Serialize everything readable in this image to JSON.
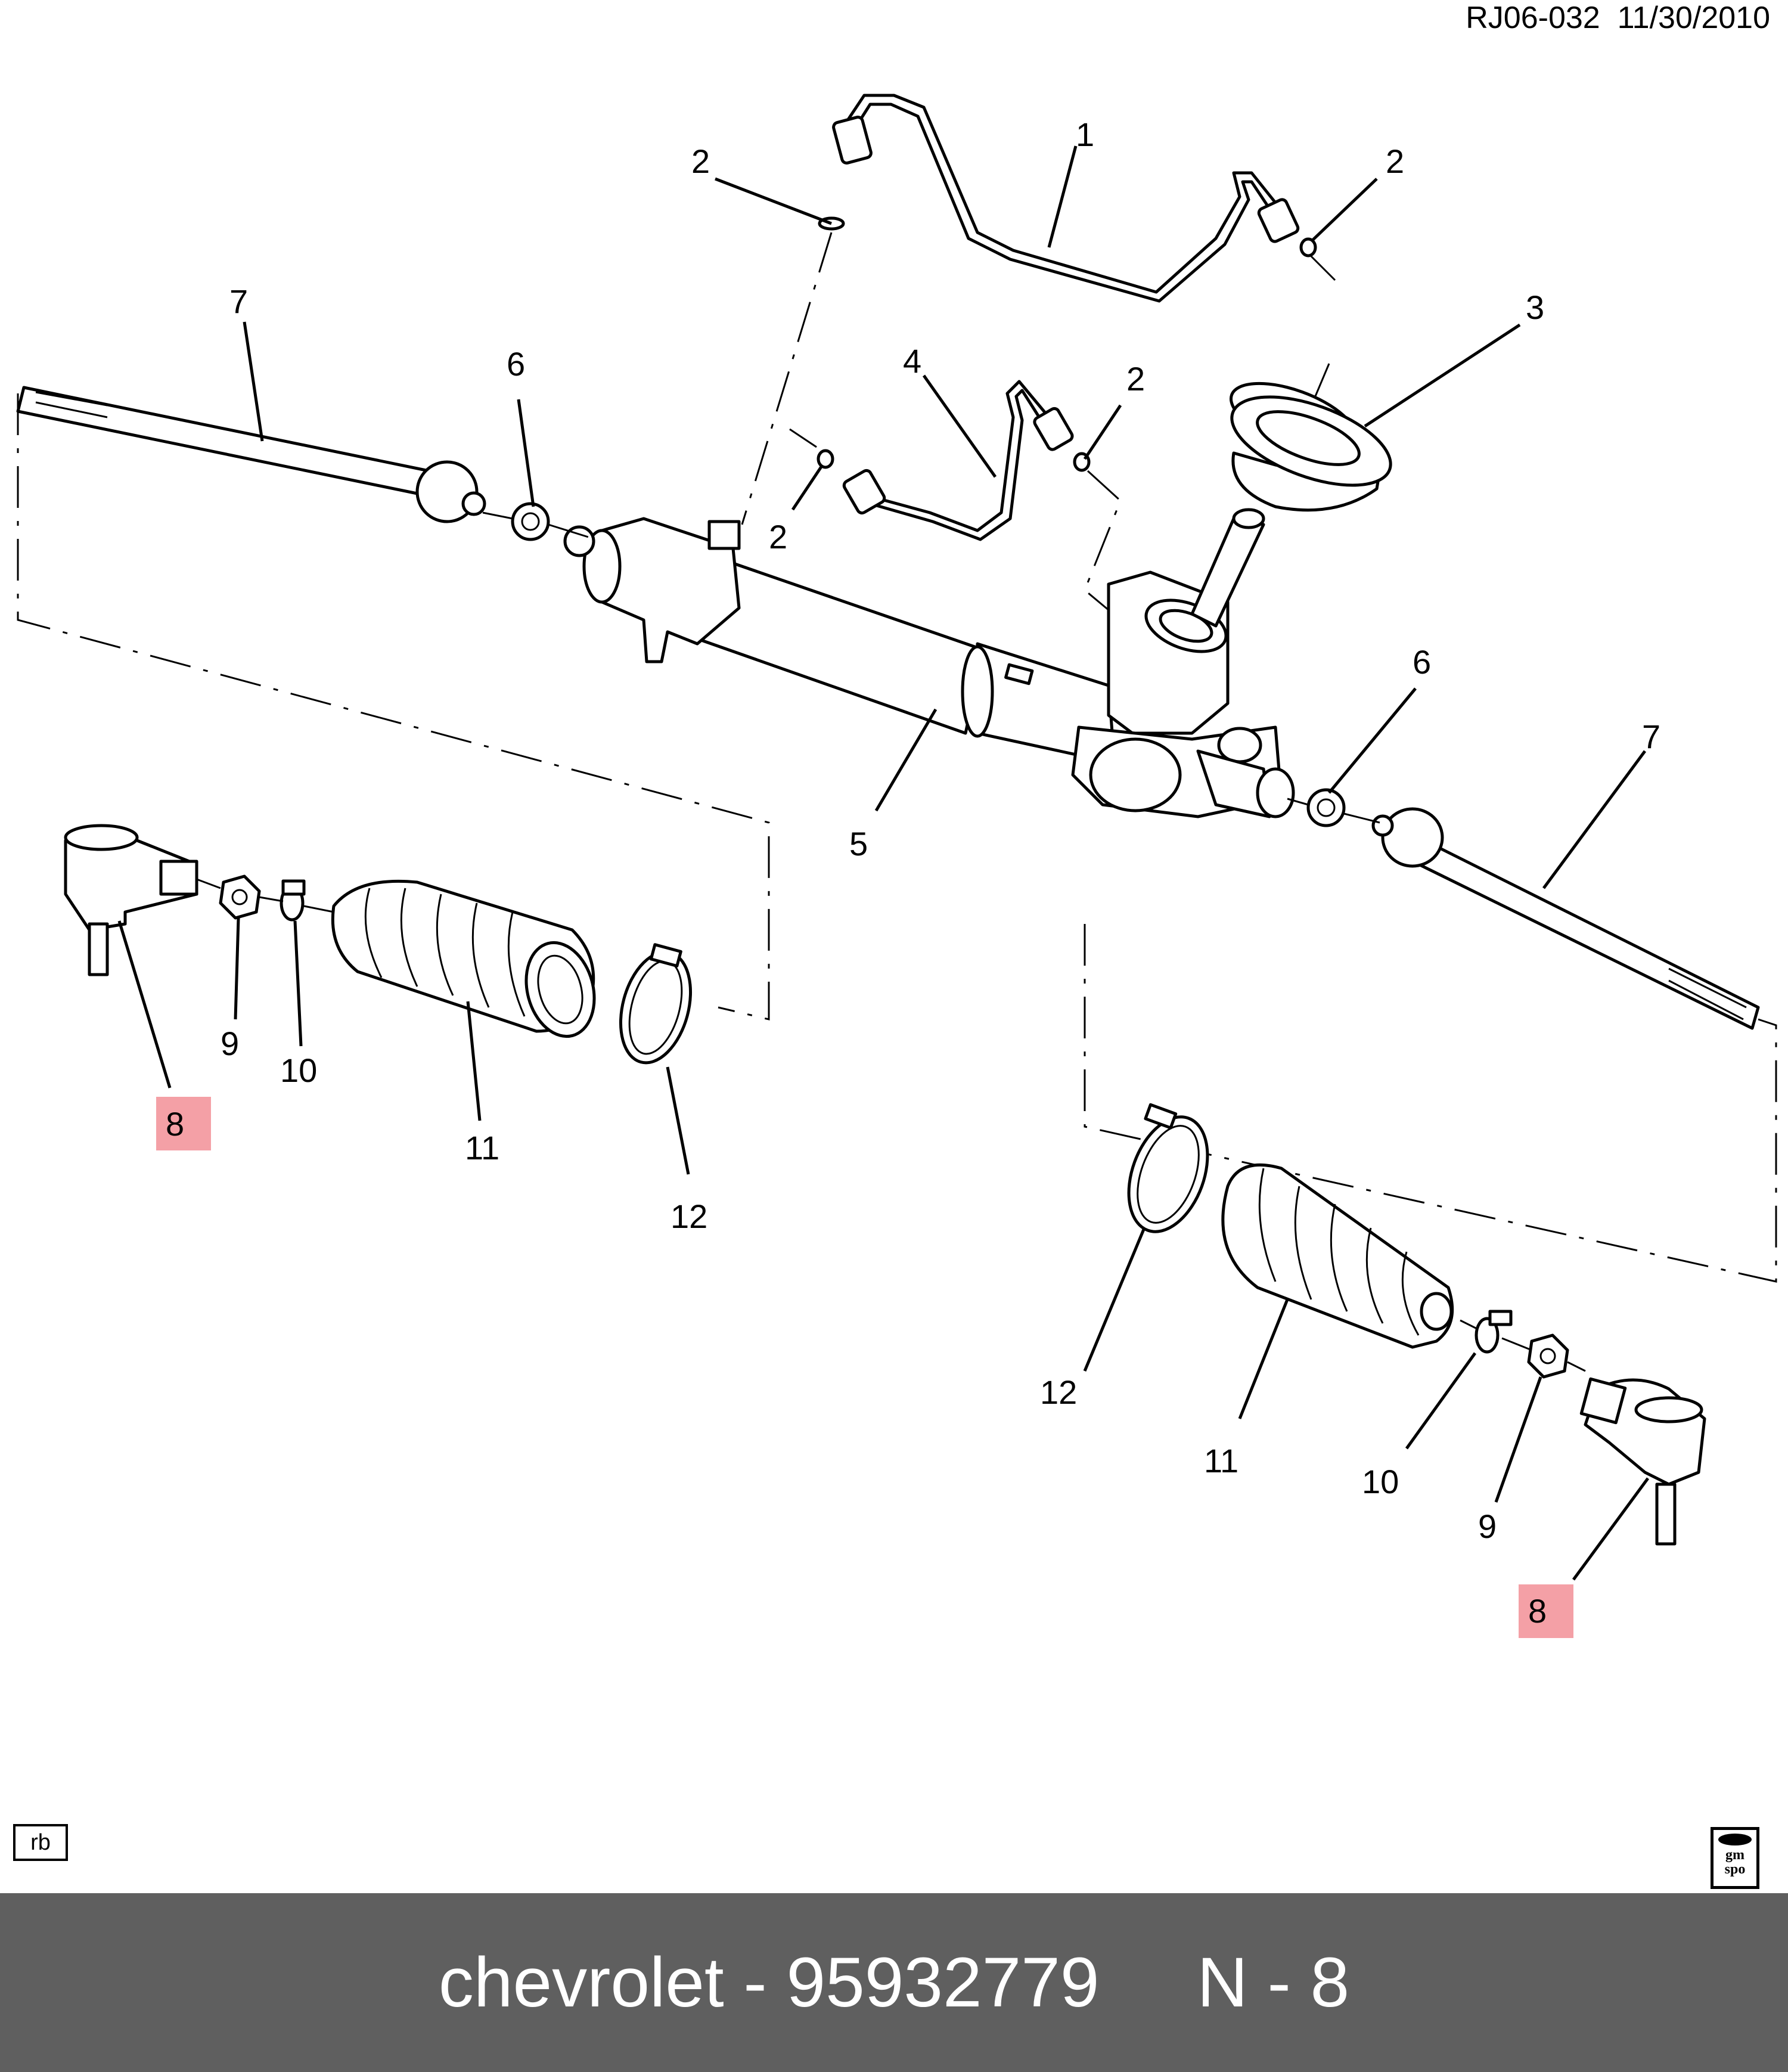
{
  "reference": "RJ06-032  11/30/2010",
  "callouts": {
    "c1": "1",
    "c2a": "2",
    "c2b": "2",
    "c2c": "2",
    "c2d": "2",
    "c3": "3",
    "c4": "4",
    "c5": "5",
    "c6a": "6",
    "c6b": "6",
    "c7a": "7",
    "c7b": "7",
    "c8a": "8",
    "c8b": "8",
    "c9a": "9",
    "c9b": "9",
    "c10a": "10",
    "c10b": "10",
    "c11a": "11",
    "c11b": "11",
    "c12a": "12",
    "c12b": "12"
  },
  "highlight_color": "#f4a0a6",
  "corner_label": "rb",
  "logo": {
    "line1": "gm",
    "line2": "spo"
  },
  "footer": {
    "brand": "chevrolet",
    "separator": " - ",
    "part_number": "95932779",
    "position": "N - 8"
  },
  "footer_color": "#5f5f5f"
}
